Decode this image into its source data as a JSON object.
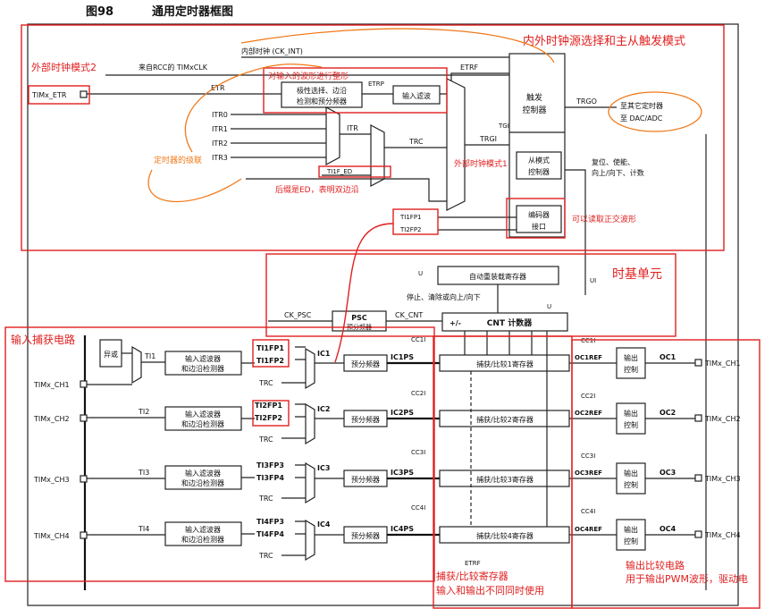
{
  "header": {
    "fig_no": "图98",
    "title": "通用定时器框图"
  },
  "annotations": {
    "internal_external": "内外时钟源选择和主从触发模式",
    "ext_mode2": "外部时钟模式2",
    "ext_mode1": "外部时钟模式1",
    "cascade": "定时器的级联",
    "shaping": "对输入的波形进行整形",
    "ed_note": "后缀是ED，表明双边沿",
    "quadrature": "可以读取正交波形",
    "timebase": "时基单元",
    "input_capture": "输入捕获电路",
    "capture_compare_reg": "捕获/比较寄存器",
    "io_note": "输入和输出不同同时使用",
    "output_compare": "输出比较电路",
    "pwm_note": "用于输出PWM波形，驱动电"
  },
  "signals": {
    "ck_int": "内部时钟 (CK_INT)",
    "from_rcc": "来自RCC的 TIMxCLK",
    "tim_etr": "TIMx_ETR",
    "etr": "ETR",
    "etrp": "ETRP",
    "etrf": "ETRF",
    "itr0": "ITR0",
    "itr1": "ITR1",
    "itr2": "ITR2",
    "itr3": "ITR3",
    "itr": "ITR",
    "trc": "TRC",
    "ti1f_ed": "TI1F_ED",
    "tgi": "TGI",
    "trgi": "TRGI",
    "trgo": "TRGO",
    "to_other": "至其它定时器",
    "to_dac": "至 DAC/ADC",
    "reset_enable": "复位、使能、",
    "up_down_count": "向上/向下、计数",
    "ti1fp1": "TI1FP1",
    "ti2fp2": "TI2FP2",
    "u": "U",
    "ui": "UI",
    "stop_clear": "停止、清除或向上/向下",
    "ck_psc": "CK_PSC",
    "ck_cnt": "CK_CNT",
    "plus_minus": "+/-",
    "xor": "异或",
    "ti1": "TI1",
    "ti2": "TI2",
    "ti3": "TI3",
    "ti4": "TI4",
    "ic1": "IC1",
    "ic2": "IC2",
    "ic3": "IC3",
    "ic4": "IC4",
    "ic1ps": "IC1PS",
    "ic2ps": "IC2PS",
    "ic3ps": "IC3PS",
    "ic4ps": "IC4PS",
    "cc1i": "CC1I",
    "cc2i": "CC2I",
    "cc3i": "CC3I",
    "cc4i": "CC4I",
    "oc1ref": "OC1REF",
    "oc2ref": "OC2REF",
    "oc3ref": "OC3REF",
    "oc4ref": "OC4REF",
    "oc1": "OC1",
    "oc2": "OC2",
    "oc3": "OC3",
    "oc4": "OC4",
    "ch1": "TIMx_CH1",
    "ch2": "TIMx_CH2",
    "ch3": "TIMx_CH3",
    "ch4": "TIMx_CH4",
    "ti1fp1b": "TI1FP1",
    "ti1fp2": "TI1FP2",
    "ti2fp1": "TI2FP1",
    "ti2fp2b": "TI2FP2",
    "ti3fp3": "TI3FP3",
    "ti3fp4": "TI3FP4",
    "ti4fp3": "TI4FP3",
    "ti4fp4": "TI4FP4",
    "etrf_bottom": "ETRF"
  },
  "blocks": {
    "polarity": "极性选择、边沿检测和预分频器",
    "polarity_l1": "极性选择、边沿",
    "polarity_l2": "检测和预分频器",
    "input_filter": "输入滤波",
    "trigger_l1": "触发",
    "trigger_l2": "控制器",
    "slave_l1": "从模式",
    "slave_l2": "控制器",
    "encoder_l1": "编码器",
    "encoder_l2": "接口",
    "auto_reload": "自动重装载寄存器",
    "psc_l1": "PSC",
    "psc_l2": "预分频器",
    "cnt": "CNT 计数器",
    "filter_l1": "输入滤波器",
    "filter_l2": "和边沿检测器",
    "prescaler": "预分频器",
    "ccr1": "捕获/比较1寄存器",
    "ccr2": "捕获/比较2寄存器",
    "ccr3": "捕获/比较3寄存器",
    "ccr4": "捕获/比较4寄存器",
    "out_l1": "输出",
    "out_l2": "控制"
  }
}
